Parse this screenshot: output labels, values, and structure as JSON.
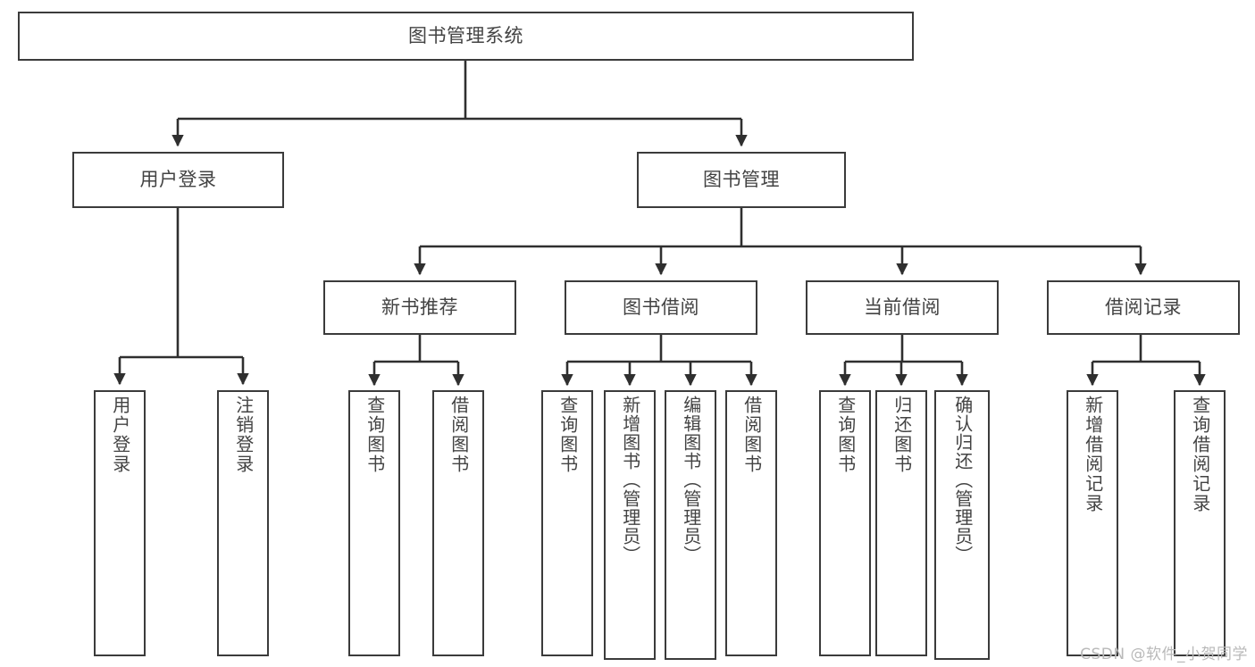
{
  "diagram": {
    "type": "tree",
    "title": "图书管理系统",
    "colors": {
      "background": "#ffffff",
      "box_border": "#3b3b3b",
      "box_fill": "#ffffff",
      "text": "#434343",
      "edge": "#2f2f2f",
      "watermark": "#b9b9b9"
    },
    "root": {
      "label": "图书管理系统"
    },
    "level2": [
      {
        "label": "用户登录"
      },
      {
        "label": "图书管理"
      }
    ],
    "level3": [
      {
        "label": "新书推荐"
      },
      {
        "label": "图书借阅"
      },
      {
        "label": "当前借阅"
      },
      {
        "label": "借阅记录"
      }
    ],
    "leaves": {
      "user_login": [
        {
          "label": "用户登录"
        },
        {
          "label": "注销登录"
        }
      ],
      "new_book_recommend": [
        {
          "label": "查询图书"
        },
        {
          "label": "借阅图书"
        }
      ],
      "book_borrow": [
        {
          "label": "查询图书"
        },
        {
          "label": "新增图书（管理员）"
        },
        {
          "label": "编辑图书（管理员）"
        },
        {
          "label": "借阅图书"
        }
      ],
      "current_borrow": [
        {
          "label": "查询图书"
        },
        {
          "label": "归还图书"
        },
        {
          "label": "确认归还（管理员）"
        }
      ],
      "borrow_record": [
        {
          "label": "新增借阅记录"
        },
        {
          "label": "查询借阅记录"
        }
      ]
    }
  },
  "watermark": {
    "text": "CSDN @软件_小贺同学"
  }
}
